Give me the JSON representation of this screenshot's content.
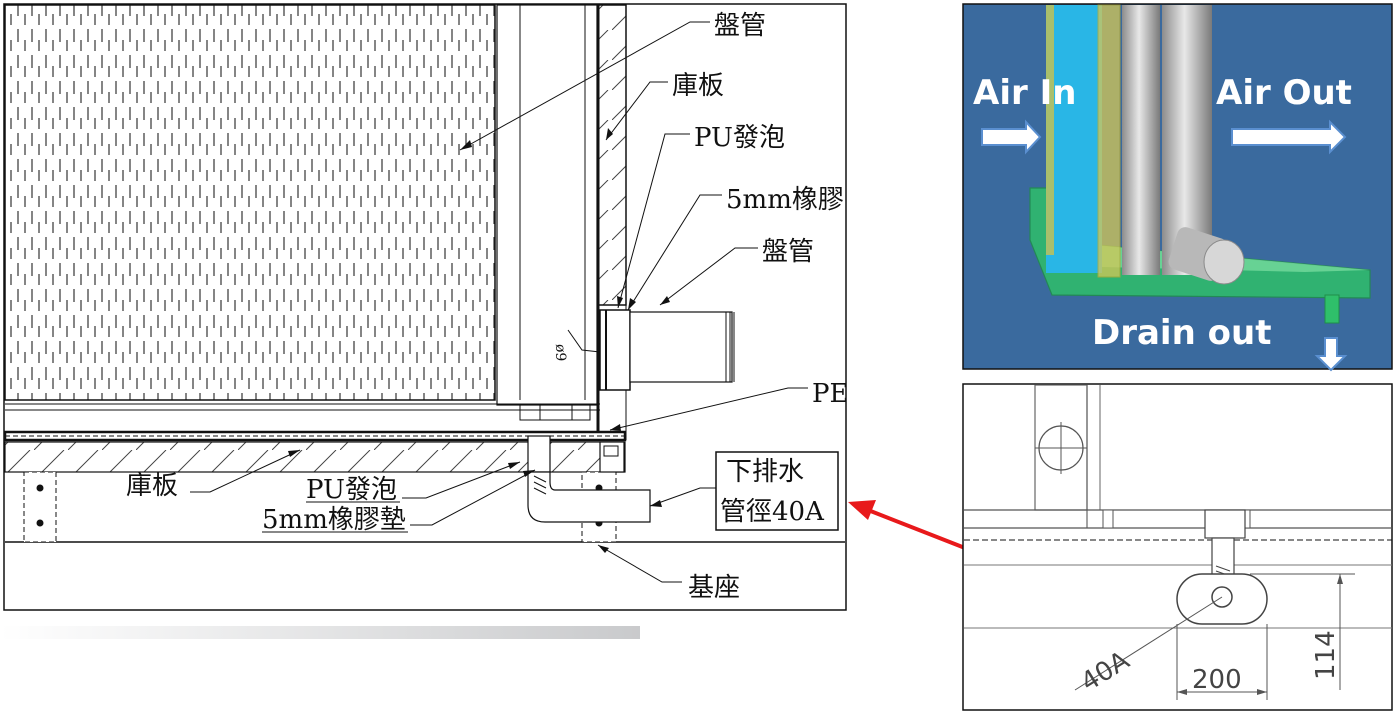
{
  "drawing": {
    "labels": {
      "coil": "盤管",
      "panel_top": "庫板",
      "pu_top": "PU發泡",
      "rubber_top": "5mm橡膠",
      "coil_side": "盤管",
      "pe": "PE",
      "panel_bottom": "庫板",
      "pu_bottom": "PU發泡",
      "rubber_bottom": "5mm橡膠墊",
      "drain_line1": "下排水",
      "drain_line2": "管徑40A",
      "base": "基座",
      "dia": "ø9"
    }
  },
  "render": {
    "air_in": "Air In",
    "air_out": "Air Out",
    "drain_out": "Drain out"
  },
  "detail": {
    "dim_40a": "40A",
    "dim_200": "200",
    "dim_114": "114"
  },
  "colors": {
    "render_bg": "#3a6a9e",
    "fin_blue": "#29b6e6",
    "tray_green": "#2fbf6a",
    "pointer_red": "#e8191b"
  }
}
